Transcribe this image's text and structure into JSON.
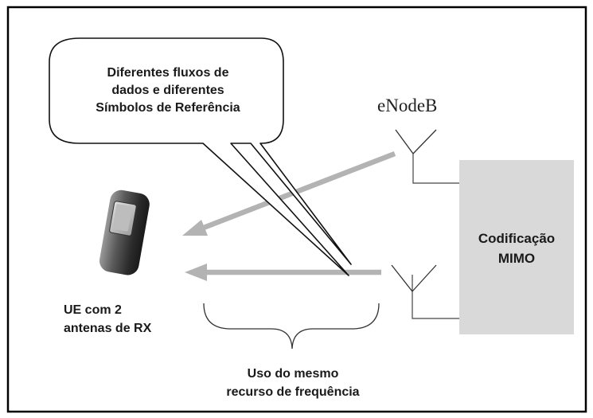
{
  "callout": {
    "line1": "Diferentes fluxos de",
    "line2": "dados e diferentes",
    "line3": "Símbolos de Referência"
  },
  "enodeb_label": "eNodeB",
  "mimo_box": {
    "line1": "Codificação",
    "line2": "MIMO",
    "fill_color": "#d9d9d9"
  },
  "ue_label": {
    "line1": "UE com 2",
    "line2": "antenas de RX"
  },
  "brace_label": {
    "line1": "Uso do mesmo",
    "line2": "recurso de frequência"
  },
  "colors": {
    "arrow": "#b3b3b3",
    "border": "#000000",
    "text": "#1a1a1a"
  }
}
